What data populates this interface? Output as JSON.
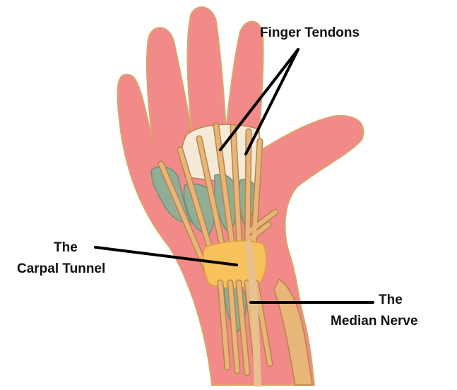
{
  "labels": {
    "finger_tendons": "Finger Tendons",
    "carpal_tunnel_line1": "The",
    "carpal_tunnel_line2": "Carpal Tunnel",
    "median_nerve_line1": "The",
    "median_nerve_line2": "Median Nerve"
  },
  "colors": {
    "skin": "#f38a8a",
    "skin_outline": "#d9a56b",
    "tendon": "#e8b679",
    "tendon_outline": "#b9834a",
    "muscle": "#8fae95",
    "carpal_tunnel": "#f7c25c",
    "median_nerve": "#e7c28f",
    "palm_sheath": "#f5ead8",
    "leader_line": "#000000"
  }
}
